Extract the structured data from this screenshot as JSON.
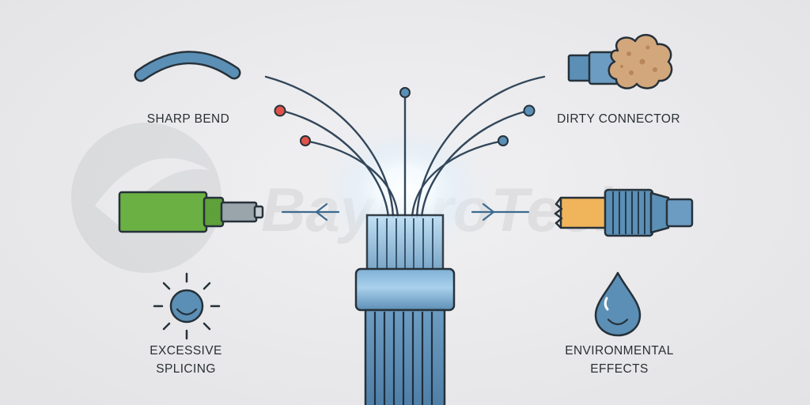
{
  "labels": {
    "sharp_bend": "SHARP BEND",
    "dirty_connector": "DIRTY CONNECTOR",
    "excessive_splicing": [
      "EXCESSIVE",
      "SPLICING"
    ],
    "environmental_effects": [
      "ENVIRONMENTAL",
      "EFFECTS"
    ]
  },
  "watermark": {
    "text": "BaymroTech"
  },
  "icons": [
    "curved-fiber-icon",
    "dirty-connector-icon",
    "green-connector-icon",
    "frayed-fiber-connector-icon",
    "sun-icon",
    "water-drop-icon",
    "fiber-bundle-icon"
  ],
  "colors": {
    "background": "#ebebed",
    "text": "#2b2f33",
    "steel_blue": "#5b8fb5",
    "outline": "#26313a",
    "fiber_line": "#33475a",
    "red_endpoint": "#e0524a",
    "blue_endpoint": "#5b8fb5",
    "green_connector": "#6bb043",
    "dirt_brown": "#d3a77c",
    "frayed_orange": "#f0b45a",
    "glow": "#ffffff"
  }
}
